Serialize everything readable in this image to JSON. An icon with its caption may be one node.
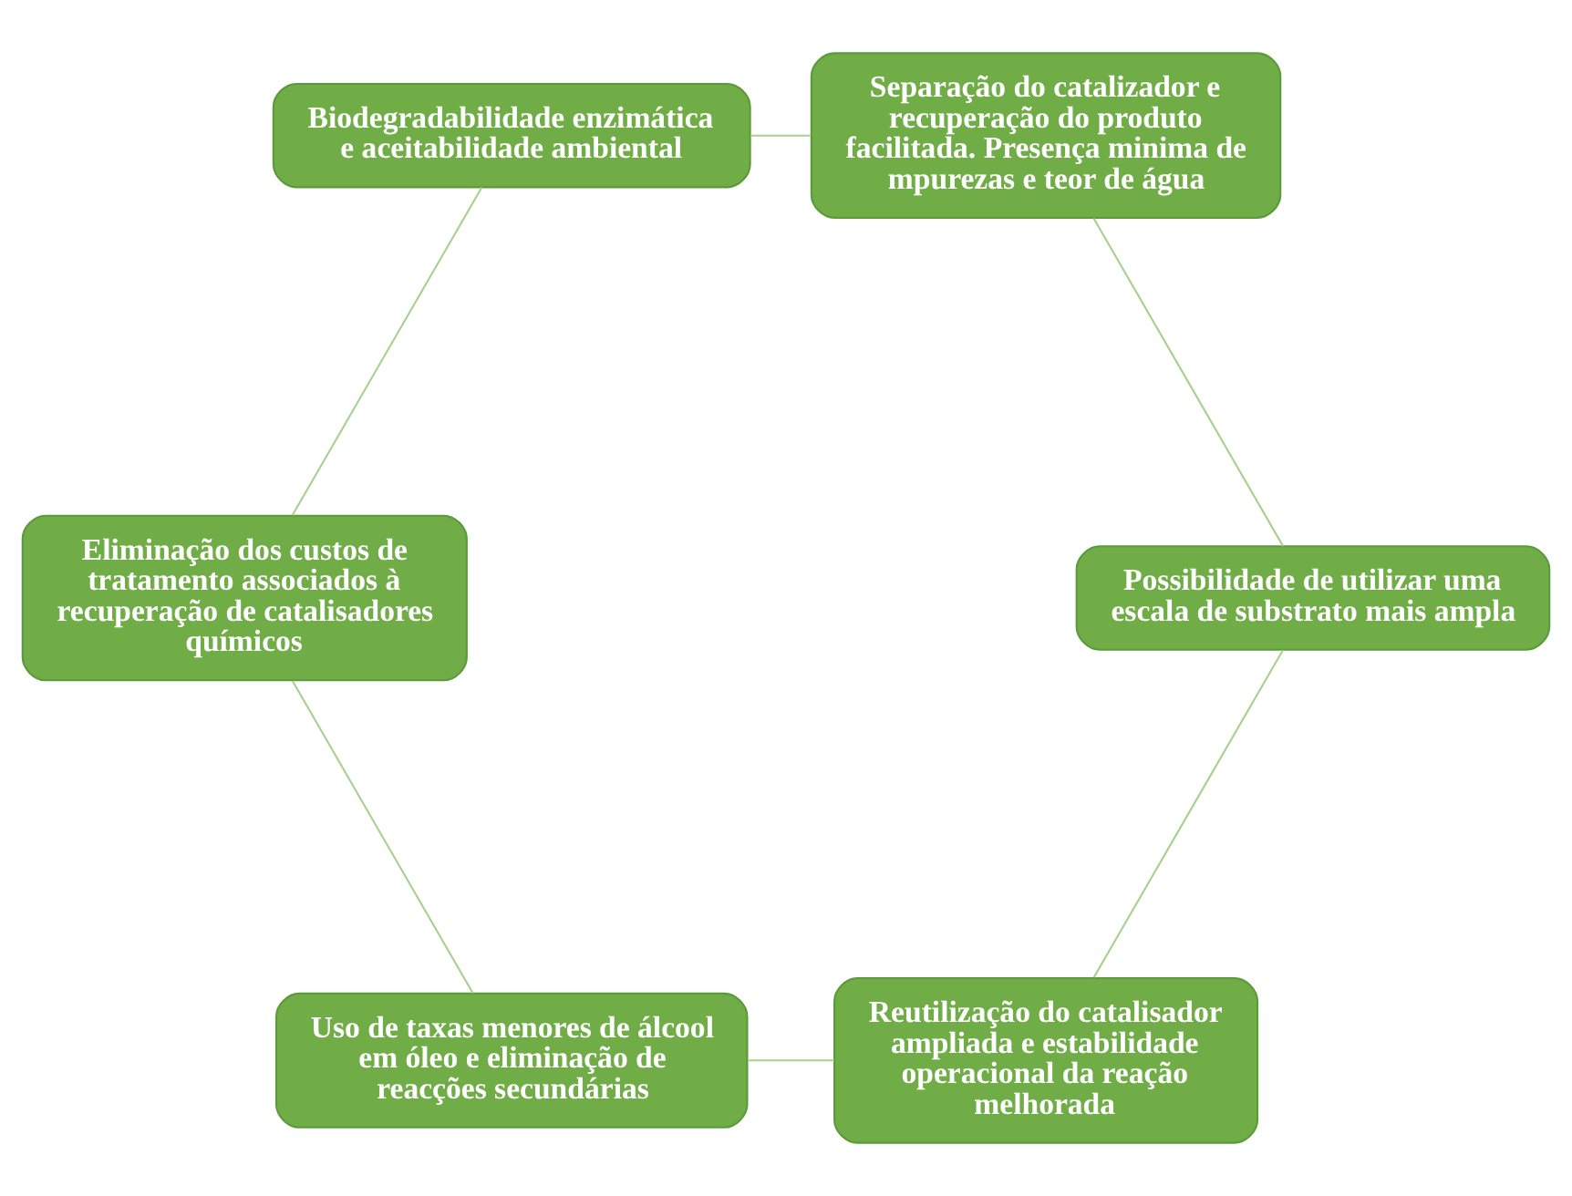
{
  "diagram": {
    "nodes": [
      {
        "text": [
          "Reutilização do catalisador ampliada e estabilidade operacional da reação melhorada"
        ]
      },
      {
        "text": [
          "Uso de taxas menores de álcool em óleo e eliminação de reacções secundárias"
        ]
      },
      {
        "text": [
          "Eliminação dos custos de tratamento associados à recuperação de catalisadores químicos"
        ]
      },
      {
        "text": [
          "Biodegradabilidade enzimática e aceitabilidade ambiental"
        ]
      },
      {
        "text": [
          "Separação do catalizador e recuperação do produto facilitada. Presença minima de mpurezas e teor de água"
        ]
      },
      {
        "text": [
          "Possibilidade de utilizar uma escala de substrato mais ampla"
        ]
      }
    ],
    "edges": [
      {
        "from": 0,
        "to": 1,
        "arrow": "none"
      },
      {
        "from": 1,
        "to": 2,
        "arrow": "none"
      },
      {
        "from": 2,
        "to": 3,
        "arrow": "none"
      },
      {
        "from": 3,
        "to": 4,
        "arrow": "none"
      },
      {
        "from": 4,
        "to": 5,
        "arrow": "none"
      },
      {
        "from": 5,
        "to": 0,
        "arrow": "none"
      }
    ]
  }
}
